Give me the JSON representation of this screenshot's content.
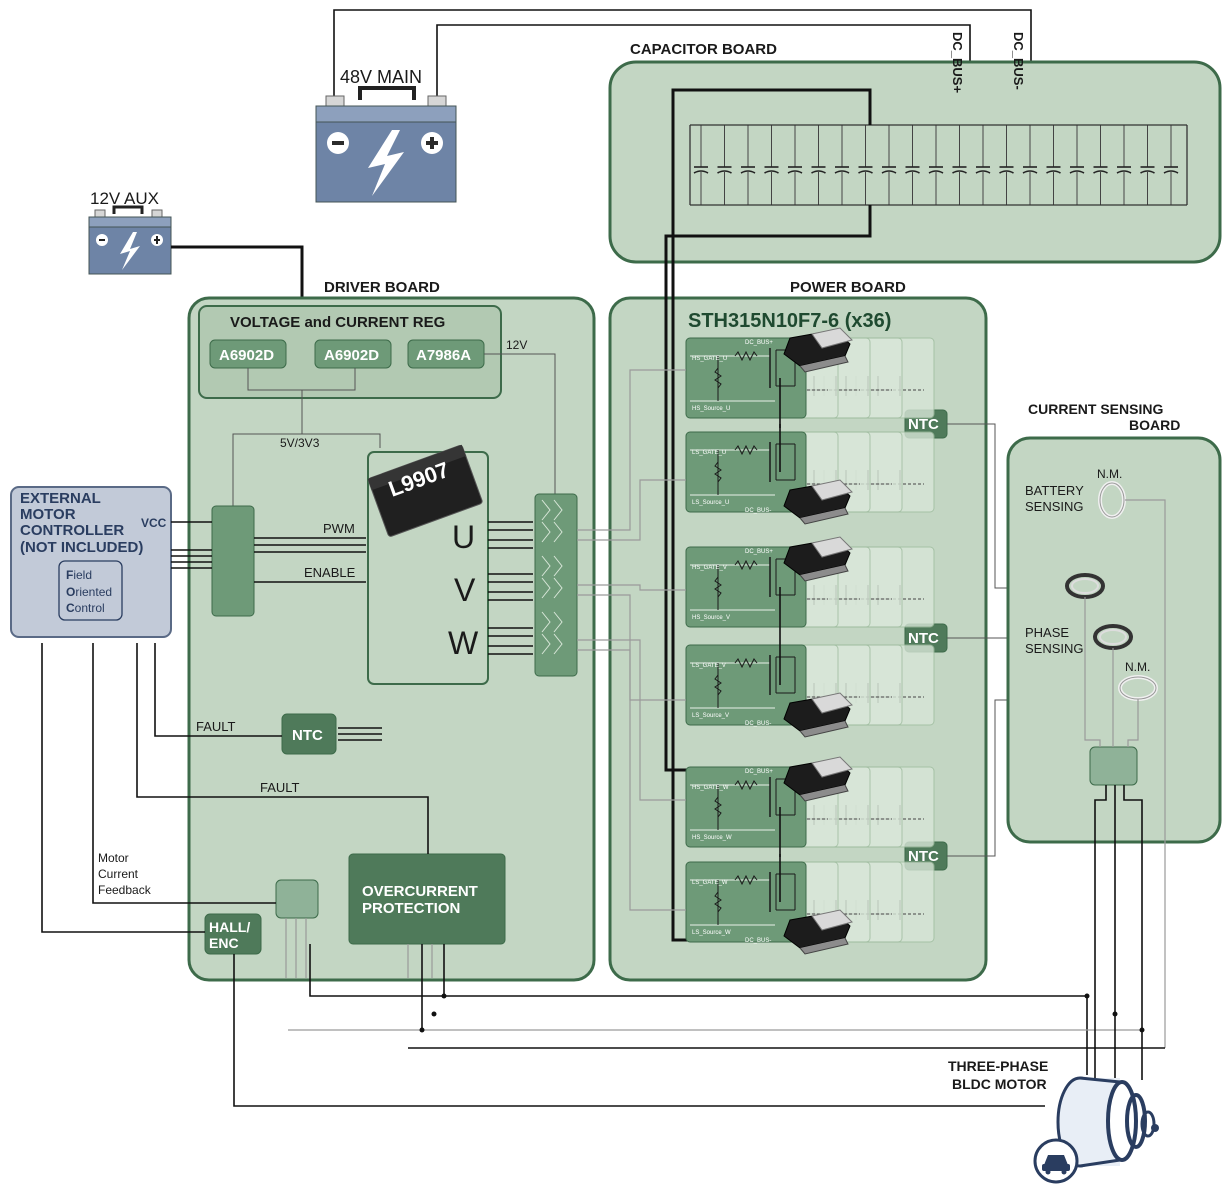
{
  "colors": {
    "board_fill": "#c3d6c3",
    "board_stroke": "#3d6b4a",
    "chip_fill": "#6e9a78",
    "chip_dark": "#4f7a5a",
    "controller_fill": "#c2cad8",
    "battery_fill": "#6e84a6",
    "wire": "#111111"
  },
  "batteries": {
    "main_label": "48V MAIN",
    "aux_label": "12V AUX"
  },
  "capacitor_board": {
    "title": "CAPACITOR BOARD",
    "bus_plus": "DC_BUS+",
    "bus_minus": "DC_BUS-"
  },
  "driver_board": {
    "title": "DRIVER BOARD",
    "reg_title": "VOLTAGE and CURRENT REG",
    "chip1": "A6902D",
    "chip2": "A6902D",
    "chip3": "A7986A",
    "v12": "12V",
    "v5": "5V/3V3",
    "ic": "L9907",
    "pwm": "PWM",
    "enable": "ENABLE",
    "u": "U",
    "v": "V",
    "w": "W",
    "ntc": "NTC",
    "fault1": "FAULT",
    "fault2": "FAULT",
    "ocp_line1": "OVERCURRENT",
    "ocp_line2": "PROTECTION",
    "hall_line1": "HALL/",
    "hall_line2": "ENC"
  },
  "controller": {
    "line1": "EXTERNAL",
    "line2": "MOTOR",
    "line3": "CONTROLLER",
    "line4": "(NOT INCLUDED)",
    "vcc": "VCC",
    "foc": [
      {
        "initial": "F",
        "rest": "ield"
      },
      {
        "initial": "O",
        "rest": "riented"
      },
      {
        "initial": "C",
        "rest": "ontrol"
      }
    ],
    "feedback": [
      "Motor",
      "Current",
      "Feedback"
    ]
  },
  "power_board": {
    "title": "POWER BOARD",
    "mosfet": "STH315N10F7-6 (x36)",
    "ntc": "NTC",
    "stages": [
      {
        "gate": "HS_GATE_U",
        "source": "HS_Source_U",
        "bus": "DC_BUS+"
      },
      {
        "gate": "LS_GATE_U",
        "source": "LS_Source_U",
        "bus": "DC_BUS-"
      },
      {
        "gate": "HS_GATE_V",
        "source": "HS_Source_V",
        "bus": "DC_BUS+"
      },
      {
        "gate": "LS_GATE_V",
        "source": "LS_Source_V",
        "bus": "DC_BUS-"
      },
      {
        "gate": "HS_GATE_W",
        "source": "HS_Source_W",
        "bus": "DC_BUS+"
      },
      {
        "gate": "LS_GATE_W",
        "source": "LS_Source_W",
        "bus": "DC_BUS-"
      }
    ]
  },
  "sensing_board": {
    "title_line1": "CURRENT SENSING",
    "title_line2": "BOARD",
    "nm1": "N.M.",
    "nm2": "N.M.",
    "battery_line1": "BATTERY",
    "battery_line2": "SENSING",
    "phase_line1": "PHASE",
    "phase_line2": "SENSING"
  },
  "motor": {
    "line1": "THREE-PHASE",
    "line2": "BLDC MOTOR"
  }
}
